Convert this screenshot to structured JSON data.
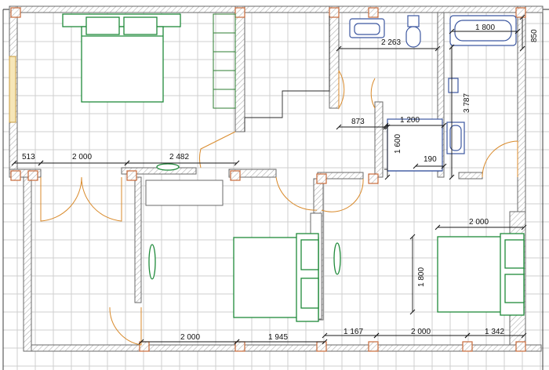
{
  "dimensions": [
    {
      "label": "513"
    },
    {
      "label": "2 000"
    },
    {
      "label": "2 482"
    },
    {
      "label": "2 263"
    },
    {
      "label": "1 800"
    },
    {
      "label": "850"
    },
    {
      "label": "873"
    },
    {
      "label": "1 200"
    },
    {
      "label": "3 787"
    },
    {
      "label": "1 600"
    },
    {
      "label": "190"
    },
    {
      "label": "2 000"
    },
    {
      "label": "1 800"
    },
    {
      "label": "2 000"
    },
    {
      "label": "1 945"
    },
    {
      "label": "1 167"
    },
    {
      "label": "2 000"
    },
    {
      "label": "1 342"
    }
  ],
  "colors": {
    "grid": "#cfcfcf",
    "wall_outline": "#6a6a6a",
    "hatch": "#b0b0b0",
    "door_swing": "#d98a2b",
    "furniture": "#1f8a3a",
    "sanitary": "#3c57a0",
    "dimension": "#1a1a1a",
    "column": "#c96a3a"
  },
  "icons": [
    "double-bed-icon",
    "door-swing-icon",
    "bathtub-icon",
    "toilet-icon",
    "sink-icon",
    "shower-tray-icon",
    "staircase-icon",
    "wardrobe-icon",
    "column-icon"
  ]
}
